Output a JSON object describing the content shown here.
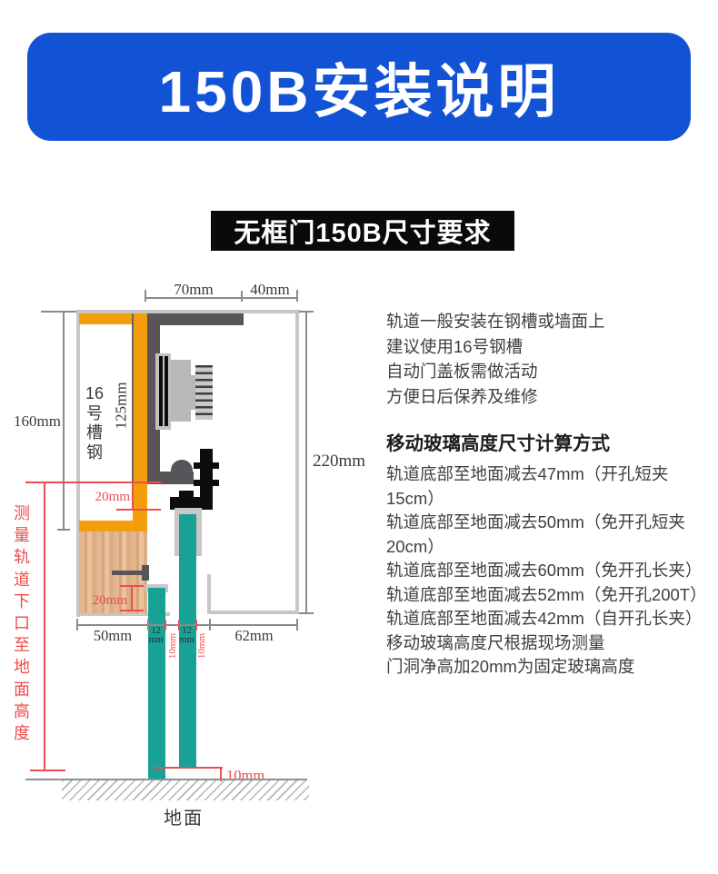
{
  "header": {
    "title": "150B安装说明",
    "bg_color": "#1253d6",
    "text_color": "#ffffff"
  },
  "section": {
    "title": "无框门150B尺寸要求",
    "bg_color": "#0a0a0a",
    "text_color": "#ffffff"
  },
  "notes": {
    "intro_lines": [
      "轨道一般安装在钢槽或墙面上",
      "建议使用16号钢槽",
      "自动门盖板需做活动",
      "方便日后保养及维修"
    ],
    "calc_title": "移动玻璃高度尺寸计算方式",
    "calc_lines": [
      "轨道底部至地面减去47mm（开孔短夹15cm）",
      "轨道底部至地面减去50mm（免开孔短夹20cm）",
      "轨道底部至地面减去60mm（免开孔长夹）",
      "轨道底部至地面减去52mm（免开孔200T）",
      "轨道底部至地面减去42mm（自开孔长夹）",
      "移动玻璃高度尺根据现场测量",
      "门洞净高加20mm为固定玻璃高度"
    ]
  },
  "diagram": {
    "dim_top_left": "70mm",
    "dim_top_right": "40mm",
    "dim_left_height": "160mm",
    "dim_track_height": "125mm",
    "dim_right_height": "220mm",
    "dim_track_gap": "20mm",
    "dim_glass_overlap": "20mm",
    "dim_bottom_left": "50mm",
    "glass1_thickness_num": "12",
    "glass1_thickness_unit": "mm",
    "gap1": "10mm",
    "glass2_thickness_num": "12",
    "glass2_thickness_unit": "mm",
    "gap2": "10mm",
    "dim_bottom_right": "62mm",
    "floor_clearance": "10mm",
    "channel_label": "16号槽钢",
    "measure_label": "测量轨道下口至地面高度",
    "ground_label": "地面",
    "colors": {
      "steel_channel_orange": "#f49e0c",
      "track_gray": "#57545a",
      "glass_teal": "#17a295",
      "wood": "#e0b28a",
      "bracket_black": "#0d0d0d",
      "outline_gray": "#c8c7c5",
      "dimension_red": "#ee4d4d",
      "header_blue": "#1253d6"
    }
  }
}
